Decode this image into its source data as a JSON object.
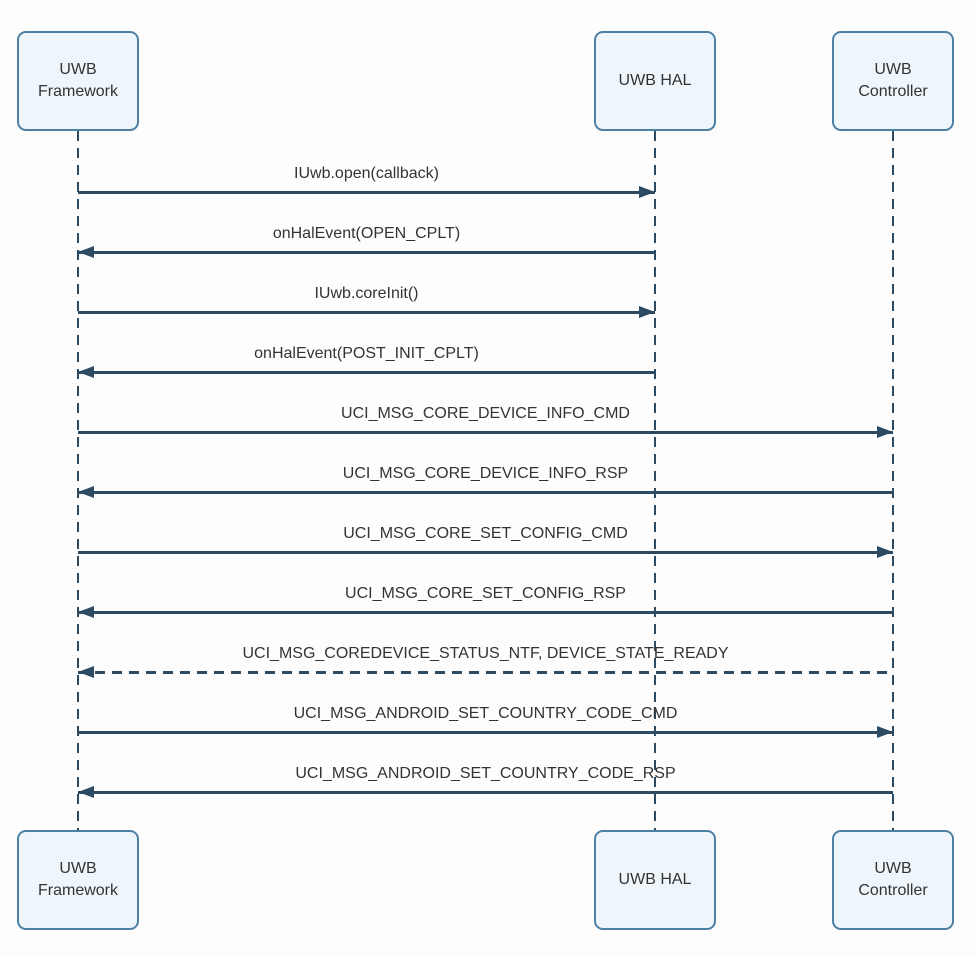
{
  "diagram": {
    "actors": [
      {
        "id": "framework",
        "label": "UWB Framework"
      },
      {
        "id": "hal",
        "label": "UWB HAL"
      },
      {
        "id": "controller",
        "label": "UWB Controller"
      }
    ],
    "messages": [
      {
        "label": "IUwb.open(callback)",
        "from": "framework",
        "to": "hal",
        "line": "solid"
      },
      {
        "label": "onHalEvent(OPEN_CPLT)",
        "from": "hal",
        "to": "framework",
        "line": "solid"
      },
      {
        "label": "IUwb.coreInit()",
        "from": "framework",
        "to": "hal",
        "line": "solid"
      },
      {
        "label": "onHalEvent(POST_INIT_CPLT)",
        "from": "hal",
        "to": "framework",
        "line": "solid"
      },
      {
        "label": "UCI_MSG_CORE_DEVICE_INFO_CMD",
        "from": "framework",
        "to": "controller",
        "line": "solid"
      },
      {
        "label": "UCI_MSG_CORE_DEVICE_INFO_RSP",
        "from": "controller",
        "to": "framework",
        "line": "solid"
      },
      {
        "label": "UCI_MSG_CORE_SET_CONFIG_CMD",
        "from": "framework",
        "to": "controller",
        "line": "solid"
      },
      {
        "label": "UCI_MSG_CORE_SET_CONFIG_RSP",
        "from": "controller",
        "to": "framework",
        "line": "solid"
      },
      {
        "label": "UCI_MSG_COREDEVICE_STATUS_NTF, DEVICE_STATE_READY",
        "from": "controller",
        "to": "framework",
        "line": "dashed"
      },
      {
        "label": "UCI_MSG_ANDROID_SET_COUNTRY_CODE_CMD",
        "from": "framework",
        "to": "controller",
        "line": "solid"
      },
      {
        "label": "UCI_MSG_ANDROID_SET_COUNTRY_CODE_RSP",
        "from": "controller",
        "to": "framework",
        "line": "solid"
      }
    ],
    "colors": {
      "actor_fill": "#eef6fb",
      "actor_border": "#4d80a5",
      "line": "#2c4b63",
      "text": "#333333"
    }
  }
}
